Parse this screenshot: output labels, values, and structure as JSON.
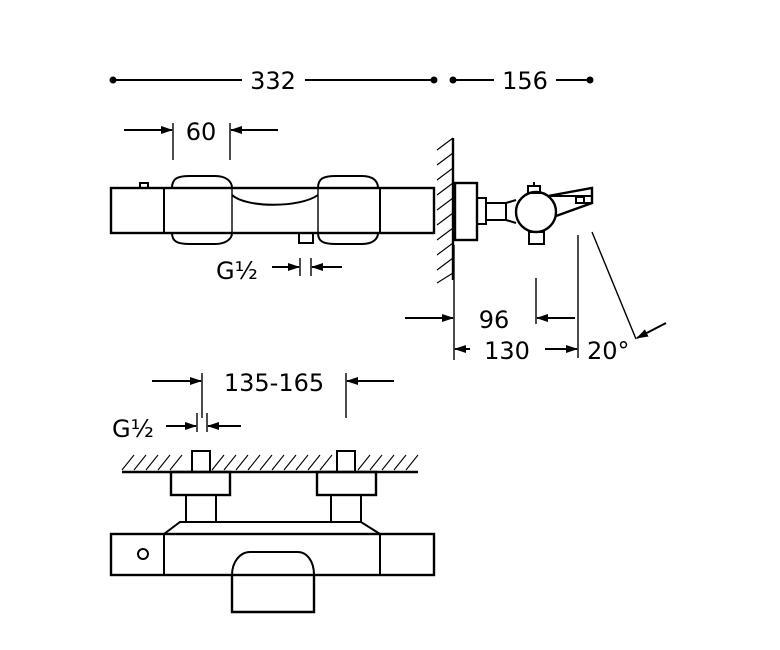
{
  "dimensions": {
    "total_width": "332",
    "projection": "156",
    "handle_width": "60",
    "inlet_thread_top": "G½",
    "wall_to_valve": "96",
    "wall_to_spout": "130",
    "spout_angle": "20°",
    "inlet_spacing": "135-165",
    "inlet_thread_bottom": "G½"
  }
}
